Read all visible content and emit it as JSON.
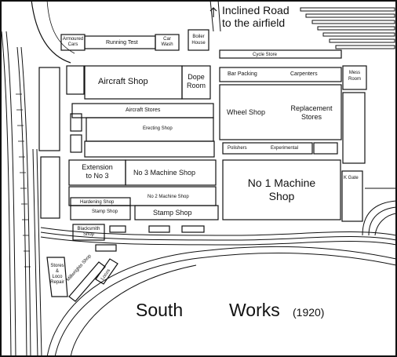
{
  "title": {
    "main_1": "South",
    "main_2": "Works",
    "year": "(1920)"
  },
  "road_note": {
    "line1": "Inclined  Road",
    "line2": "to the airfield"
  },
  "buildings": {
    "armoured_cars": {
      "line1": "Armoured",
      "line2": "Cars"
    },
    "running_test": "Running  Test",
    "car_wash": {
      "line1": "Car",
      "line2": "Wash"
    },
    "boiler_house": {
      "line1": "Boiler",
      "line2": "House"
    },
    "cycle_store": "Cycle   Store",
    "aircraft_shop": "Aircraft    Shop",
    "dope_room": {
      "line1": "Dope",
      "line2": "Room"
    },
    "bar_packing": "Bar Packing",
    "carpenters": "Carpenters",
    "mess_room": {
      "line1": "Mess",
      "line2": "Room"
    },
    "aircraft_stores": "Aircraft   Stores",
    "wheel_shop": "Wheel  Shop",
    "replacement_stores": {
      "line1": "Replacement",
      "line2": "Stores"
    },
    "erecting_shop": "Erecting    Shop",
    "polishers": "Polishers",
    "experimental": "Experimental",
    "extension": {
      "line1": "Extension",
      "line2": "to No 3"
    },
    "no3_machine_shop": "No 3  Machine Shop",
    "no1_machine_shop": {
      "line1": "No 1 Machine",
      "line2": "Shop"
    },
    "k_gate": "K Gate",
    "no2_machine_shop": "No 2   Machine   Shop",
    "hardening_shop": "Hardening  Shop",
    "stamp_shop_small": "Stamp  Shop",
    "stamp_shop": "Stamp  Shop",
    "blacksmith_shop": {
      "line1": "Blacksmith",
      "line2": "Shop"
    },
    "stores_loco_repair": {
      "line1": "Stores",
      "line2": "&",
      "line3": "Loco",
      "line4": "Repair"
    },
    "millwrights_shop": "Millwrights  Shop",
    "locos": "Locos"
  }
}
